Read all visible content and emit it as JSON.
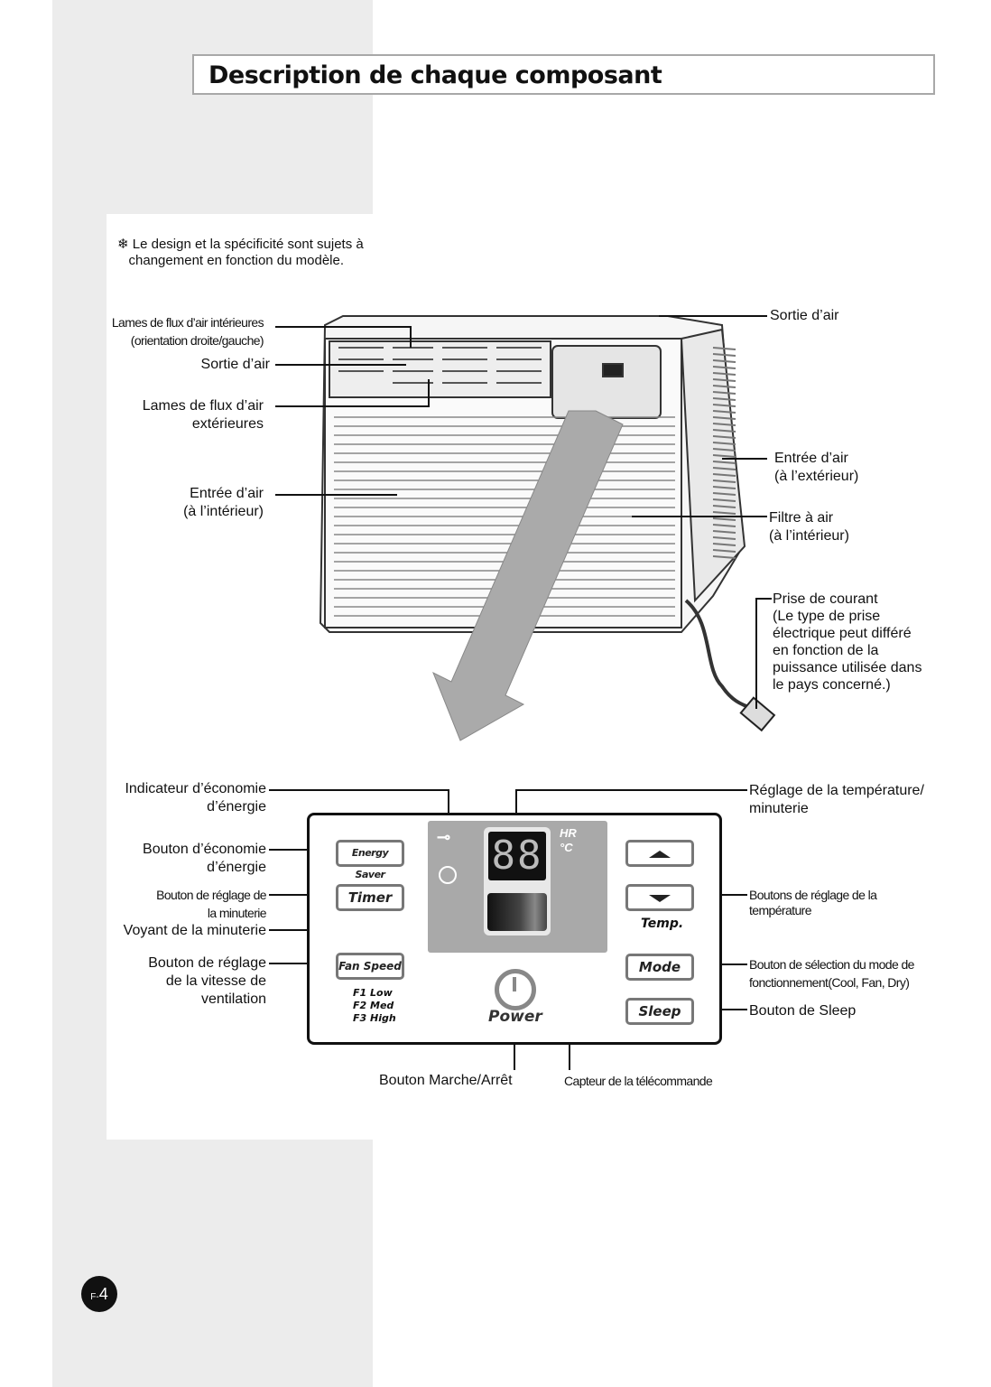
{
  "title": "Description de chaque composant",
  "note": {
    "symbol": "❄",
    "line1": "Le design et la spécificité sont sujets à",
    "line2": "changement en fonction du modèle."
  },
  "unit_labels": {
    "inner_louvers_1": "Lames de flux d’air intérieures",
    "inner_louvers_2": "(orientation droite/gauche)",
    "air_outlet_left": "Sortie d’air",
    "outer_louvers_1": "Lames de flux d’air",
    "outer_louvers_2": "extérieures",
    "air_inlet_in_1": "Entrée d’air",
    "air_inlet_in_2": "(à l’intérieur)",
    "air_outlet_right": "Sortie d’air",
    "air_inlet_out_1": "Entrée d’air",
    "air_inlet_out_2": "(à l’extérieur)",
    "filter_1": "Filtre à air",
    "filter_2": "(à l’intérieur)",
    "plug_1": "Prise de courant",
    "plug_2": "(Le type de prise",
    "plug_3": "électrique peut différé",
    "plug_4": "en fonction de la",
    "plug_5": "puissance utilisée dans",
    "plug_6": "le pays concerné.)"
  },
  "panel_labels": {
    "energy_ind_1": "Indicateur d’économie",
    "energy_ind_2": "d’énergie",
    "energy_btn_1": "Bouton d’économie",
    "energy_btn_2": "d’énergie",
    "timer_btn_1": "Bouton de réglage de",
    "timer_btn_2": "la minuterie",
    "timer_lamp": "Voyant de la minuterie",
    "fan_btn_1": "Bouton de réglage",
    "fan_btn_2": "de la vitesse de",
    "fan_btn_3": "ventilation",
    "temp_set_1": "Réglage de la température/",
    "temp_set_2": "minuterie",
    "temp_btns_1": "Boutons de réglage de la",
    "temp_btns_2": "température",
    "mode_btn_1": "Bouton de sélection du mode de",
    "mode_btn_2": "fonctionnement(Cool, Fan, Dry)",
    "sleep_btn": "Bouton de Sleep",
    "power_btn": "Bouton Marche/Arrêt",
    "remote_sensor": "Capteur de la télécommande"
  },
  "panel": {
    "energy_saver": "Energy Saver",
    "timer": "Timer",
    "fan_speed": "Fan Speed",
    "f1": "F1 Low",
    "f2": "F2 Med",
    "f3": "F3 High",
    "digits": "88",
    "hr": "HR",
    "celsius": "°C",
    "temp": "Temp.",
    "mode": "Mode",
    "sleep": "Sleep",
    "power": "Power"
  },
  "page_number": {
    "prefix": "F-",
    "number": "4"
  }
}
